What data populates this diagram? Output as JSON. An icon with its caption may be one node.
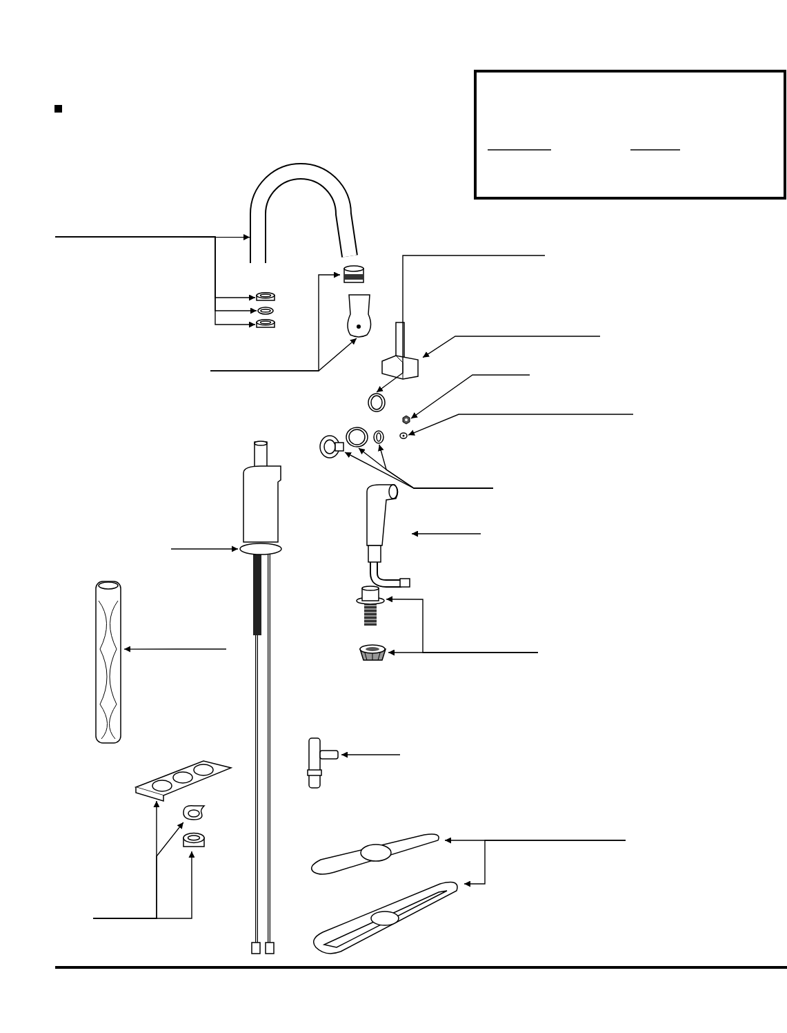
{
  "diagram": {
    "nodes": [
      {
        "text": [],
        "shape": "picture"
      },
      {
        "text": [],
        "shape": "picture"
      },
      {
        "text": [],
        "shape": "picture"
      },
      {
        "text": [],
        "shape": "picture"
      },
      {
        "text": [],
        "shape": "picture"
      },
      {
        "text": [],
        "shape": "picture"
      },
      {
        "text": [],
        "shape": "picture"
      },
      {
        "text": [],
        "shape": "picture"
      },
      {
        "text": [],
        "shape": "picture"
      },
      {
        "text": [],
        "shape": "picture"
      },
      {
        "text": [],
        "shape": "picture"
      },
      {
        "text": [],
        "shape": "picture"
      },
      {
        "text": [],
        "shape": "picture"
      },
      {
        "text": [],
        "shape": "picture"
      },
      {
        "text": [],
        "shape": "picture"
      },
      {
        "text": [],
        "shape": "picture"
      },
      {
        "text": [],
        "shape": "picture"
      },
      {
        "text": [],
        "shape": "picture"
      },
      {
        "text": [],
        "shape": "picture"
      },
      {
        "text": [],
        "shape": "picture"
      },
      {
        "text": [],
        "shape": "picture"
      },
      {
        "text": [],
        "shape": "picture"
      },
      {
        "text": [],
        "shape": "picture"
      },
      {
        "text": [],
        "shape": "picture"
      }
    ],
    "edges": [
      {
        "from": null,
        "to": 0,
        "arrow": "to"
      },
      {
        "from": null,
        "to": 1,
        "arrow": "to"
      },
      {
        "from": null,
        "to": 2,
        "arrow": "to"
      },
      {
        "from": null,
        "to": 3,
        "arrow": "to"
      },
      {
        "from": null,
        "to": 4,
        "arrow": "to"
      },
      {
        "from": null,
        "to": 5,
        "arrow": "to"
      },
      {
        "from": null,
        "to": 6,
        "arrow": "to"
      },
      {
        "from": null,
        "to": 7,
        "arrow": "to"
      },
      {
        "from": null,
        "to": 8,
        "arrow": "to"
      },
      {
        "from": null,
        "to": 9,
        "arrow": "to"
      },
      {
        "from": null,
        "to": 10,
        "arrow": "to"
      },
      {
        "from": null,
        "to": 11,
        "arrow": "to"
      },
      {
        "from": null,
        "to": 12,
        "arrow": "to"
      },
      {
        "from": null,
        "to": 13,
        "arrow": "to"
      },
      {
        "from": null,
        "to": 14,
        "arrow": "to"
      },
      {
        "from": null,
        "to": 15,
        "arrow": "to"
      },
      {
        "from": null,
        "to": 16,
        "arrow": "to"
      },
      {
        "from": null,
        "to": 17,
        "arrow": "to"
      },
      {
        "from": null,
        "to": 18,
        "arrow": "to"
      },
      {
        "from": null,
        "to": 19,
        "arrow": "to"
      },
      {
        "from": null,
        "to": 20,
        "arrow": "to"
      },
      {
        "from": null,
        "to": 21,
        "arrow": "to"
      },
      {
        "from": null,
        "to": 22,
        "arrow": "to"
      },
      {
        "from": null,
        "to": 23,
        "arrow": "to"
      }
    ]
  }
}
